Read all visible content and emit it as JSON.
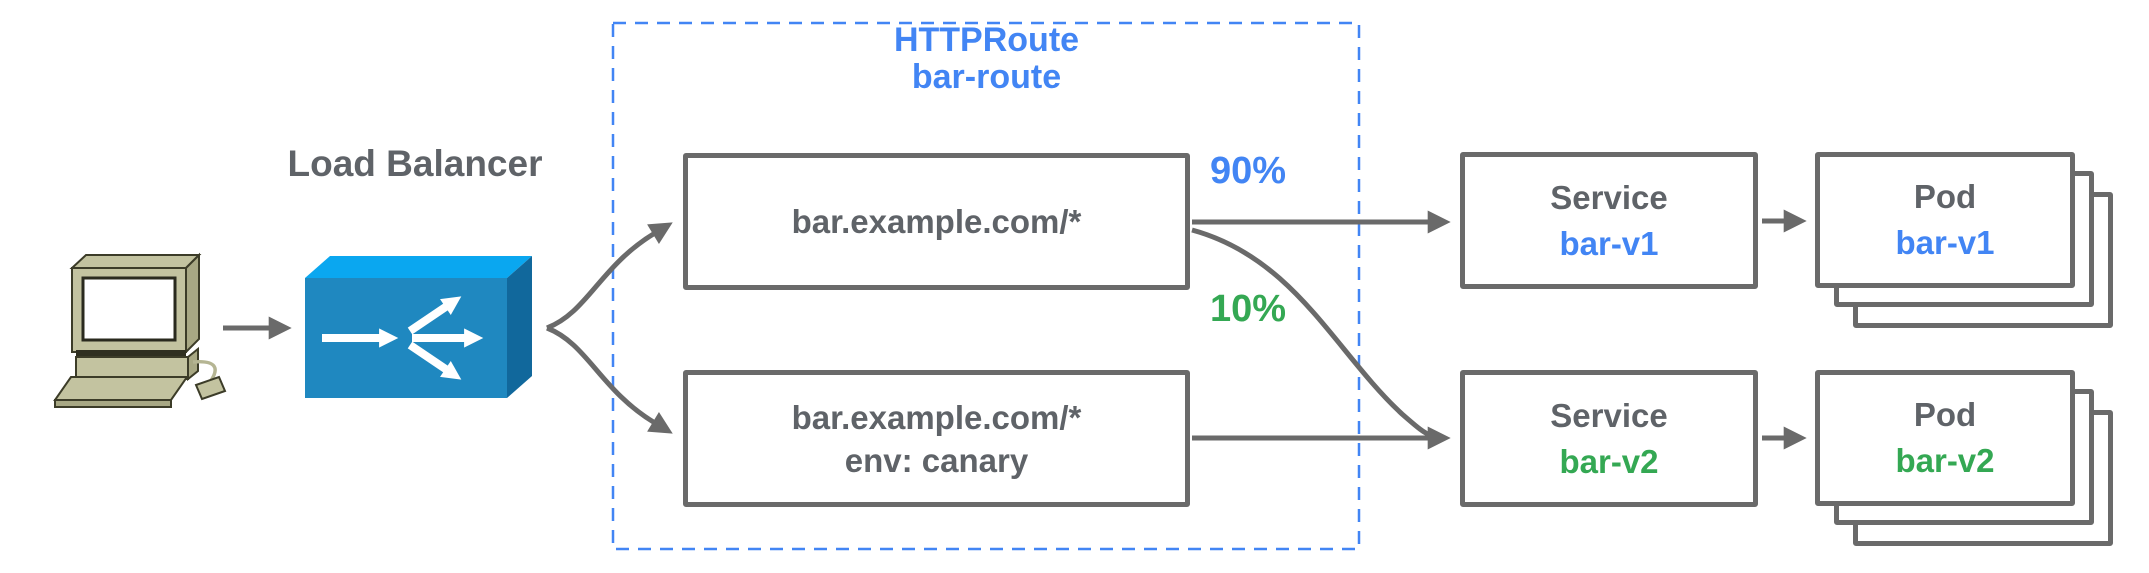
{
  "client": {
    "icon": "desktop-computer-icon"
  },
  "load_balancer": {
    "label": "Load Balancer",
    "icon": "load-balancer-icon"
  },
  "httproute": {
    "kind": "HTTPRoute",
    "name": "bar-route",
    "matches": [
      {
        "rule": "bar.example.com/*"
      },
      {
        "rule": "bar.example.com/*",
        "header": "env: canary"
      }
    ],
    "weights": [
      {
        "label": "90%",
        "target": "Service bar-v1"
      },
      {
        "label": "10%",
        "target": "Service bar-v2"
      }
    ]
  },
  "services": [
    {
      "label": "Service",
      "name": "bar-v1"
    },
    {
      "label": "Service",
      "name": "bar-v2"
    }
  ],
  "pods": [
    {
      "label": "Pod",
      "name": "bar-v1"
    },
    {
      "label": "Pod",
      "name": "bar-v2"
    }
  ],
  "colors": {
    "accent_blue": "#4285f4",
    "accent_green": "#34a853",
    "text_gray": "#5f6368",
    "line_gray": "#6a6a6a",
    "lb_top": "#0aa7f0",
    "lb_front": "#1f88c0",
    "lb_side": "#11689c",
    "client_body": "#c3c3a0"
  }
}
